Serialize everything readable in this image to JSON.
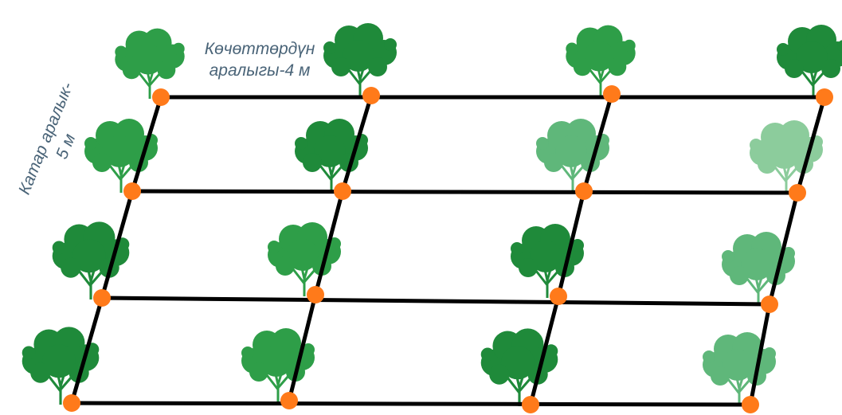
{
  "labels": {
    "plant_spacing_line1": "Көчөттөрдүн",
    "plant_spacing_line2": "аралыгы-4 м",
    "row_spacing_line1": "Катар аралык-",
    "row_spacing_line2": "5 м"
  },
  "colors": {
    "tree_dark": "#1f8a3a",
    "tree_mid": "#2e9e48",
    "tree_light": "#5fb77a",
    "tree_pale": "#8ccc9c",
    "node": "#ff7a1a",
    "line": "#000000",
    "label_text": "#4a6478"
  },
  "icons": [
    "tree-icon",
    "planting-point-icon"
  ]
}
